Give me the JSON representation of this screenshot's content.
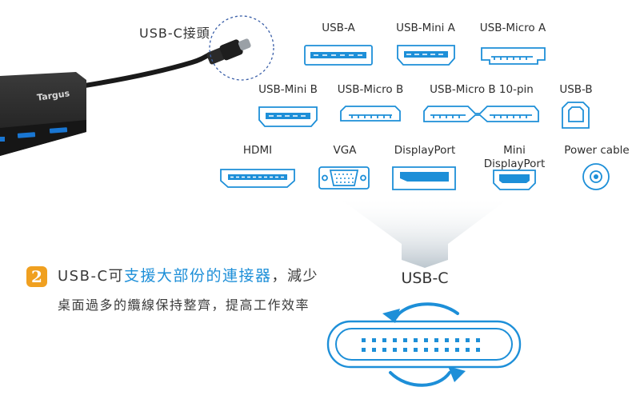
{
  "hub": {
    "connector_label": "USB-C接頭",
    "brand": "Targus"
  },
  "ports": {
    "row1": [
      "USB-A",
      "USB-Mini A",
      "USB-Micro A"
    ],
    "row2": [
      "USB-Mini B",
      "USB-Micro B",
      "USB-Micro B 10-pin",
      "USB-B"
    ],
    "row3": [
      "HDMI",
      "VGA",
      "DisplayPort",
      "Mini DisplayPort",
      "Power cable"
    ]
  },
  "result_label": "USB-C",
  "feature": {
    "number": "2",
    "prefix": "USB-C可",
    "highlight": "支援大部份的連接器",
    "suffix": "，減少",
    "line2": "桌面過多的纜線保持整齊，提高工作效率"
  },
  "colors": {
    "accent_blue": "#1d8fd8",
    "bullet_orange": "#f0a020",
    "hub_body": "#2a2a2a"
  }
}
